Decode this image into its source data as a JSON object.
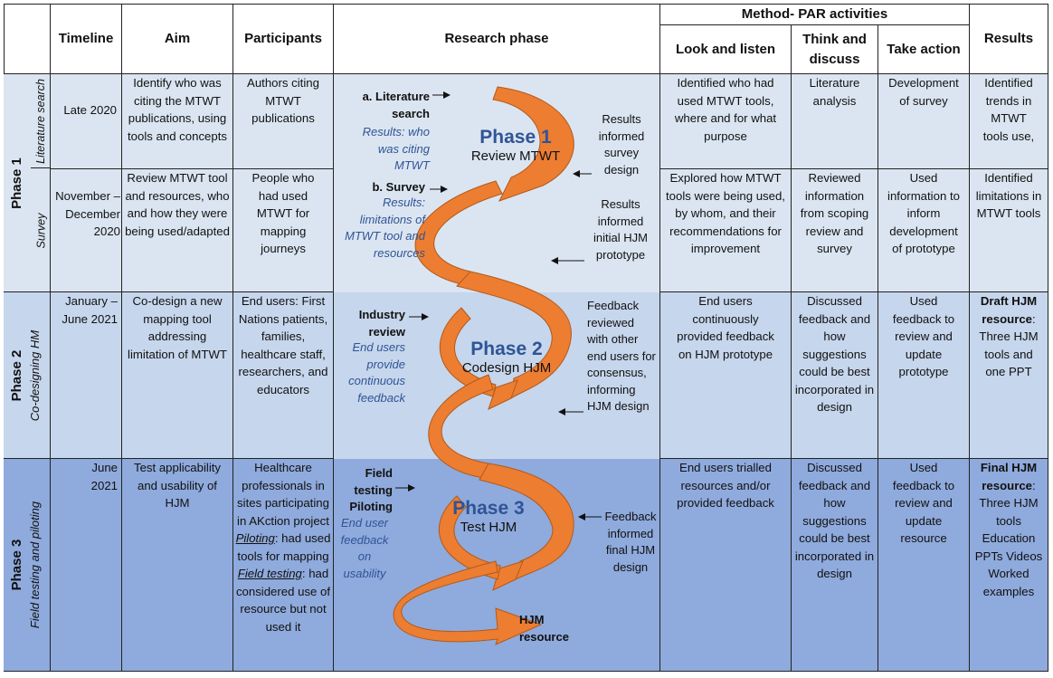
{
  "header": {
    "timeline": "Timeline",
    "aim": "Aim",
    "participants": "Participants",
    "research_phase": "Research phase",
    "method_group": "Method- PAR activities",
    "look": "Look and listen",
    "think_1": "Think and",
    "think_2": "discuss",
    "take": "Take action",
    "results": "Results"
  },
  "phases": {
    "p1": {
      "name": "Phase 1",
      "sub_a": "Literature search",
      "sub_b": "Survey"
    },
    "p2": {
      "name": "Phase 2",
      "sub": "Co-designing HM"
    },
    "p3": {
      "name": "Phase 3",
      "sub": "Field testing and piloting"
    }
  },
  "rows": {
    "lit": {
      "timeline": "Late 2020",
      "aim": "Identify who was citing the  MTWT publications, using tools and concepts",
      "participants": "Authors citing MTWT publications",
      "look": "Identified who had used MTWT tools, where and for what purpose",
      "think": "Literature analysis",
      "take": "Development of survey",
      "results": "Identified trends in MTWT tools use,"
    },
    "survey": {
      "timeline": "November –December 2020",
      "aim": "Review MTWT tool and resources, who and how they were being used/adapted",
      "participants": "People who had used MTWT for mapping journeys",
      "look": "Explored how MTWT tools were being used, by whom, and their recommendations for improvement",
      "think": "Reviewed information from scoping review and survey",
      "take": "Used information to inform development of prototype",
      "results": "Identified limitations in MTWT tools"
    },
    "codesign": {
      "timeline": "January –June 2021",
      "aim": "Co-design a new mapping tool addressing limitation of MTWT",
      "participants": "End users: First Nations patients, families, healthcare staff, researchers, and educators",
      "look": "End users continuously provided feedback on HJM prototype",
      "think": "Discussed feedback and how suggestions could be best incorporated in design",
      "take": "Used feedback to review and update prototype",
      "results_bold": "Draft HJM resource",
      "results_rest": ": Three HJM tools and one PPT"
    },
    "field": {
      "timeline": "June 2021",
      "aim": "Test applicability and usability of HJM",
      "participants_1": "Healthcare professionals in sites participating in AKction project",
      "participants_piloting": "Piloting",
      "participants_2": ": had used tools for mapping",
      "participants_field": "Field testing",
      "participants_3": ": had considered use of resource but not used it",
      "look": "End users trialled resources and/or provided feedback",
      "think": "Discussed feedback and how suggestions could be best incorporated in design",
      "take": "Used feedback to review and update resource",
      "results_bold": "Final HJM resource",
      "results_rest": ": Three HJM tools Education PPTs Videos Worked examples"
    }
  },
  "diagram": {
    "lit_a": "a. Literature",
    "lit_b": "search",
    "lit_result": "Results: who was citing MTWT",
    "survey_title": "b. Survey",
    "survey_result": "Results: limitations of MTWT tool and resources",
    "p1_big": "Phase 1",
    "p1_small": "Review MTWT",
    "p1_note": "Results informed survey design",
    "p1_note2": "Results informed initial HJM prototype",
    "ind_a": "Industry",
    "ind_b": "review",
    "ind_result": "End users provide continuous feedback",
    "p2_big": "Phase 2",
    "p2_small": "Codesign HJM",
    "p2_note": "Feedback reviewed with other end users for consensus, informing HJM design",
    "field_a": "Field",
    "field_b": "testing",
    "field_c": "Piloting",
    "field_result": "End user feedback on usability",
    "p3_big": "Phase 3",
    "p3_small": "Test HJM",
    "p3_note": "Feedback informed final HJM design",
    "hjm_a": "HJM",
    "hjm_b": "resource"
  },
  "colors": {
    "phase1_bg": "#dbe5f1",
    "phase2_bg": "#c6d6ec",
    "phase3_bg": "#8faadc",
    "spiral": "#ed7d31",
    "accent_text": "#2f5496"
  }
}
